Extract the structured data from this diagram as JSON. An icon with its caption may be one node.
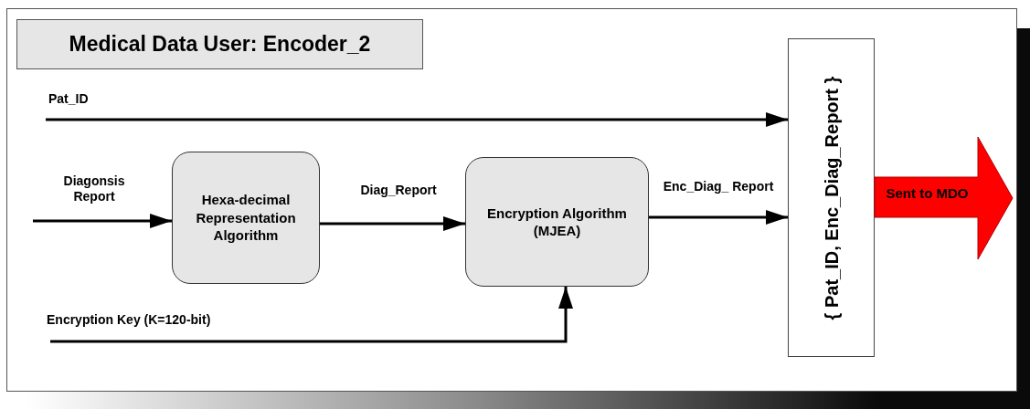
{
  "diagram": {
    "title": "Medical Data User: Encoder_2",
    "nodes": [
      {
        "text": [
          "Hexa-decimal Representation Algorithm"
        ]
      },
      {
        "text": [
          "Encryption Algorithm (MJEA)"
        ]
      },
      {
        "text": [
          "{ Pat_ID, Enc_Diag_Report }"
        ]
      },
      {
        "text": [
          "Sent to MDO"
        ]
      }
    ],
    "edges": [
      {
        "from": null,
        "to": 2,
        "arrow": "to",
        "label": "Pat_ID"
      },
      {
        "from": null,
        "to": 0,
        "arrow": "to",
        "label": "Diagonsis Report"
      },
      {
        "from": 0,
        "to": 1,
        "arrow": "to",
        "label": "Diag_Report"
      },
      {
        "from": 1,
        "to": 2,
        "arrow": "to",
        "label": "Enc_Diag_ Report"
      },
      {
        "from": null,
        "to": 1,
        "arrow": "to",
        "label": "Encryption Key (K=120-bit)"
      }
    ]
  }
}
